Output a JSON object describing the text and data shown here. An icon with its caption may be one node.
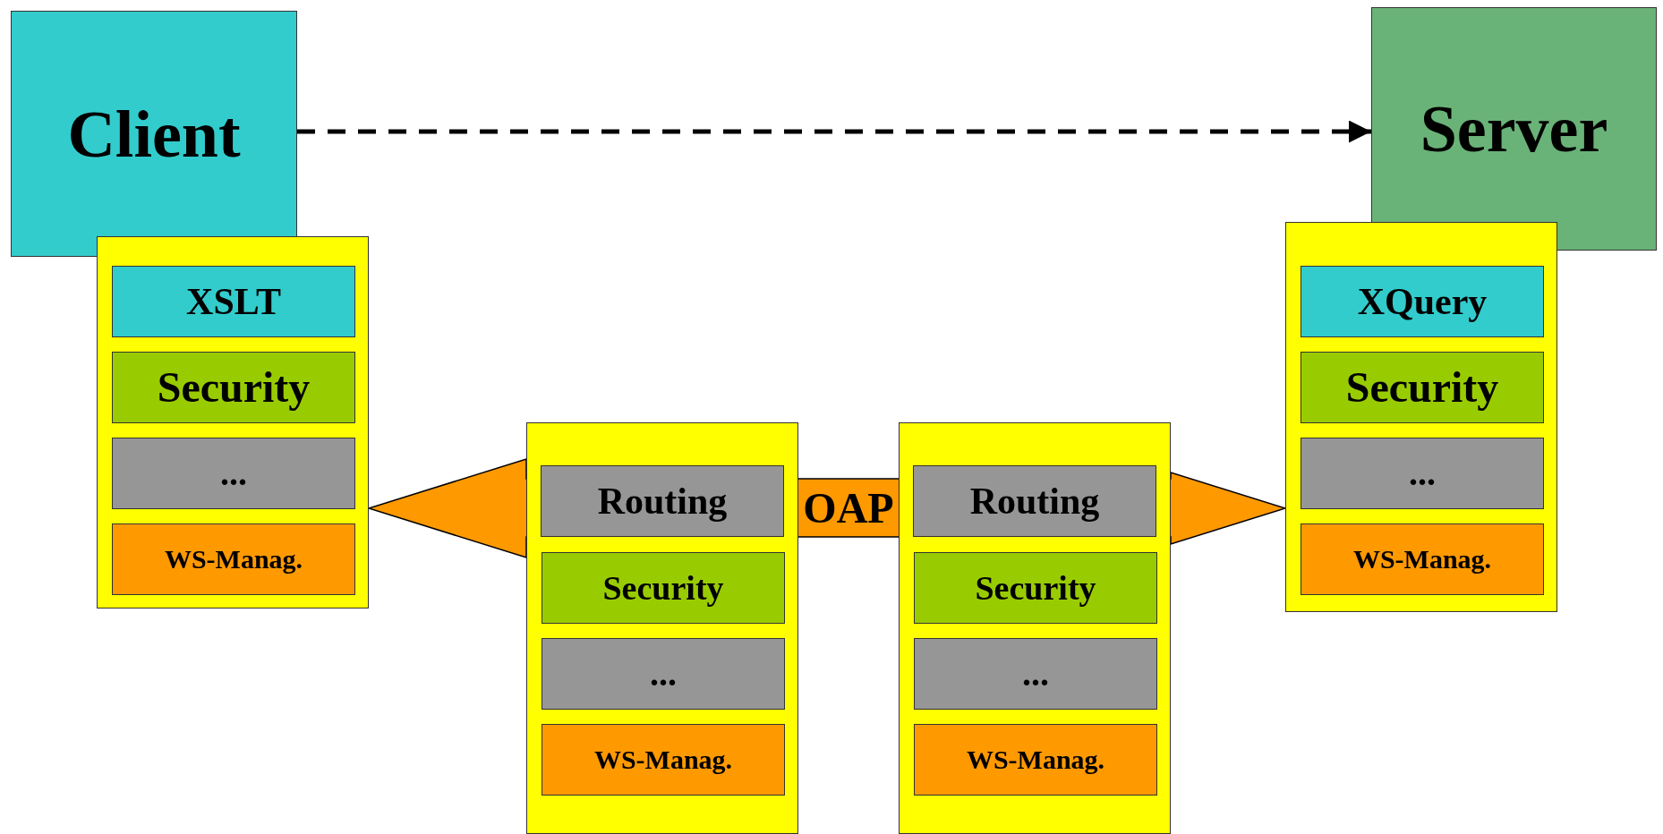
{
  "diagram": {
    "nodes": [
      {
        "text": [
          "Client"
        ]
      },
      {
        "text": [
          "Server"
        ]
      },
      {
        "text": [],
        "shape": "box"
      },
      {
        "text": [
          "XSLT"
        ],
        "in": 2
      },
      {
        "text": [
          "Security"
        ],
        "in": 2
      },
      {
        "text": [
          "..."
        ],
        "in": 2
      },
      {
        "text": [
          "WS-Manag."
        ],
        "in": 2
      },
      {
        "text": [],
        "shape": "box"
      },
      {
        "text": [
          "XQuery"
        ],
        "in": 7
      },
      {
        "text": [
          "Security"
        ],
        "in": 7
      },
      {
        "text": [
          "..."
        ],
        "in": 7
      },
      {
        "text": [
          "WS-Manag."
        ],
        "in": 7
      },
      {
        "text": [
          "OAP"
        ]
      },
      {
        "text": [],
        "shape": "box"
      },
      {
        "text": [
          "Routing"
        ]
      },
      {
        "text": [
          "Security"
        ],
        "in": 13
      },
      {
        "text": [
          "..."
        ],
        "in": 13
      },
      {
        "text": [
          "WS-Manag."
        ],
        "in": 13
      },
      {
        "text": [],
        "shape": "box"
      },
      {
        "text": [
          "Routing"
        ]
      },
      {
        "text": [
          "Security"
        ],
        "in": 18
      },
      {
        "text": [
          "..."
        ],
        "in": 18
      },
      {
        "text": [
          "WS-Manag."
        ],
        "in": 18
      }
    ],
    "edges": [
      {
        "from": 0,
        "to": 1,
        "arrow": "to",
        "style": "dashed"
      }
    ]
  }
}
